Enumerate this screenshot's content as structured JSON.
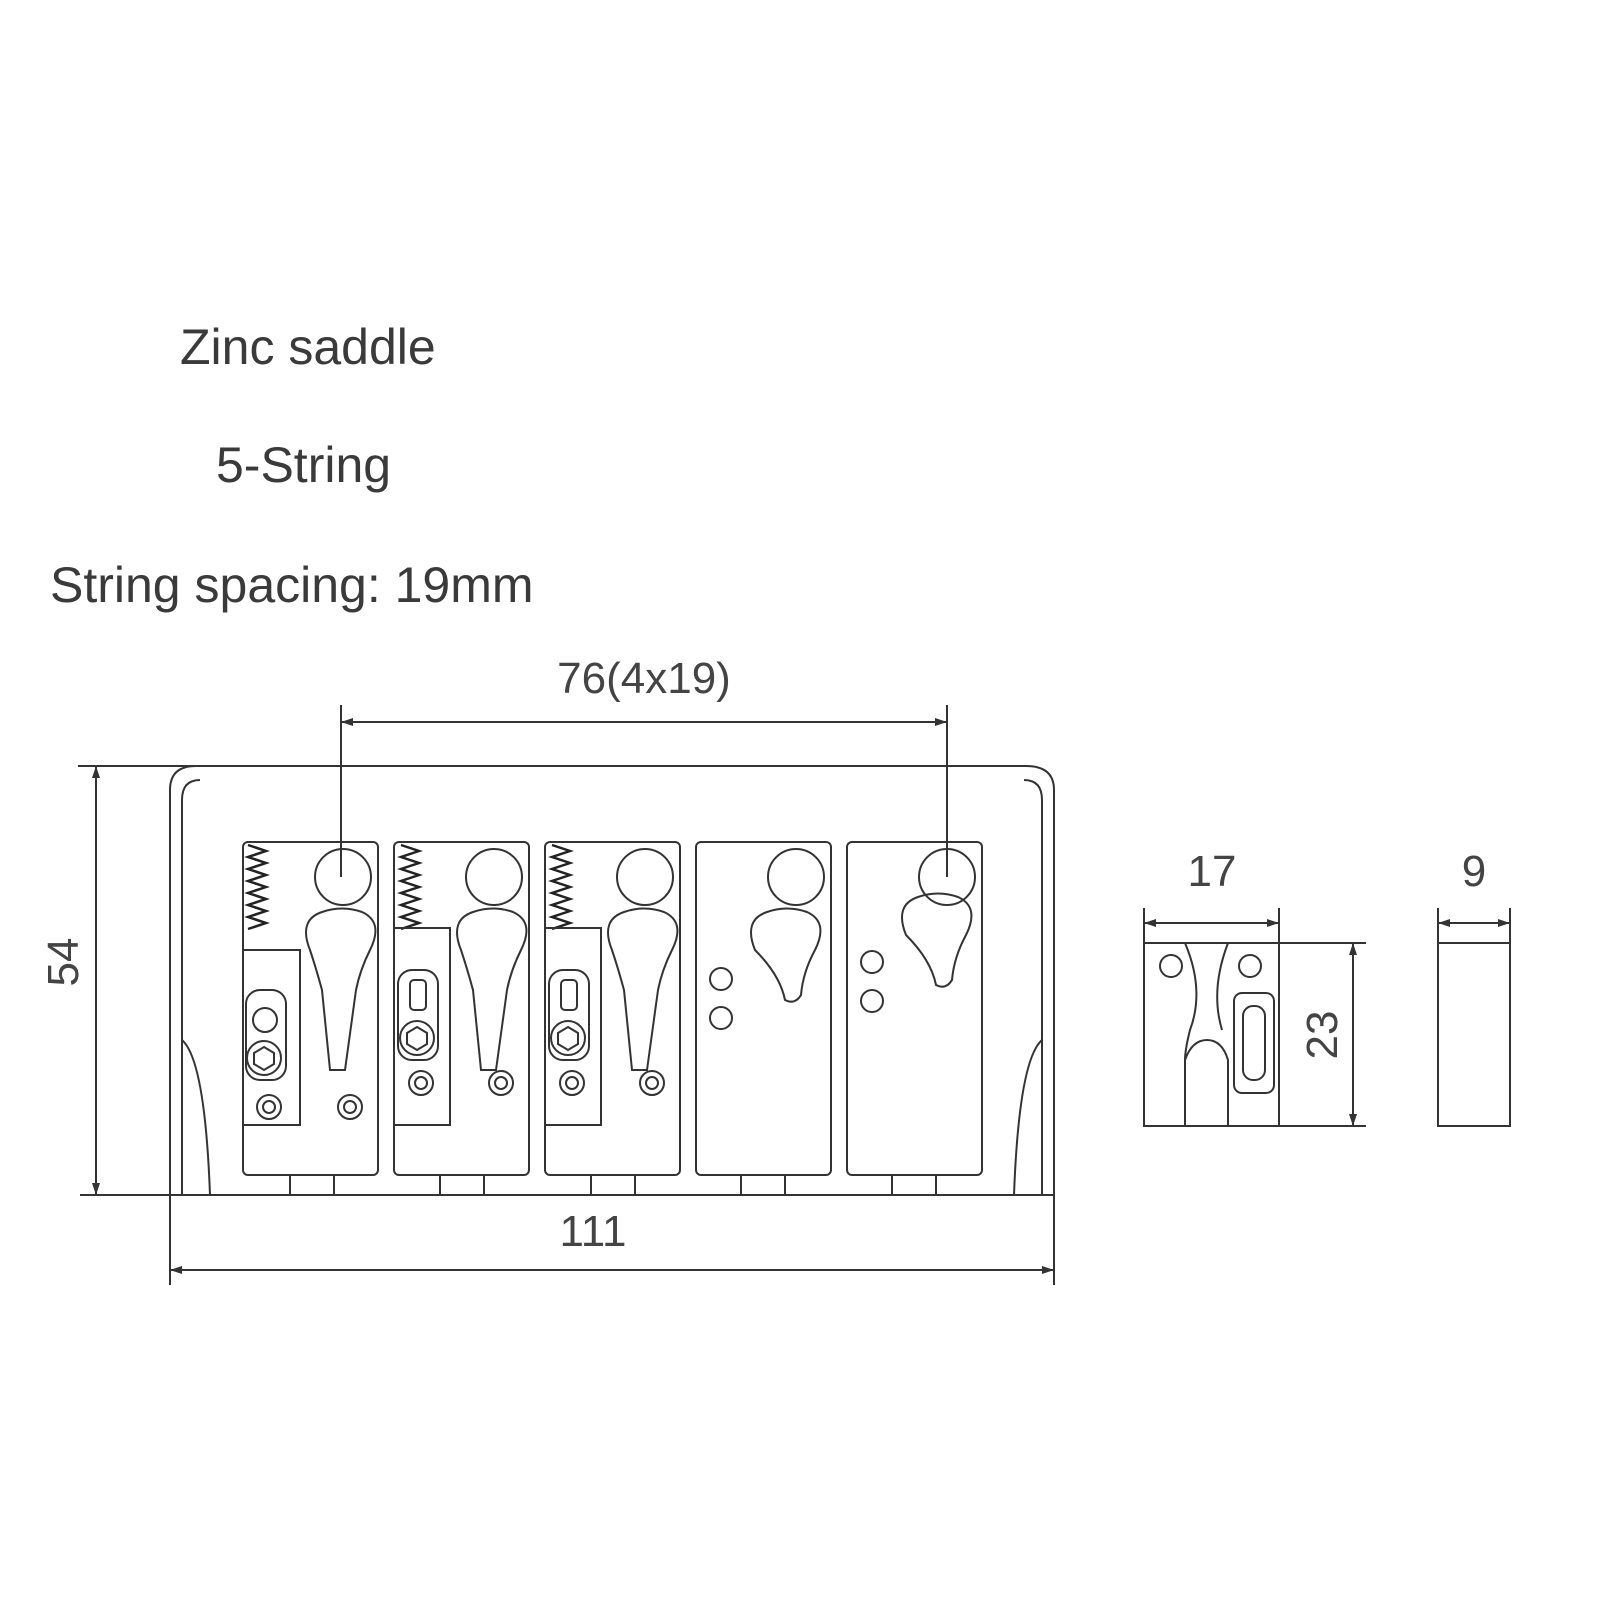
{
  "heading": {
    "material": "Zinc saddle",
    "strings": "5-String",
    "spacing": "String spacing: 19mm"
  },
  "dimensions": {
    "string_span": "76(4x19)",
    "height": "54",
    "width": "111",
    "saddle_width": "17",
    "saddle_height": "23",
    "saddle_thickness": "9"
  },
  "colors": {
    "line": "#333333",
    "text": "#3a3a3a"
  }
}
